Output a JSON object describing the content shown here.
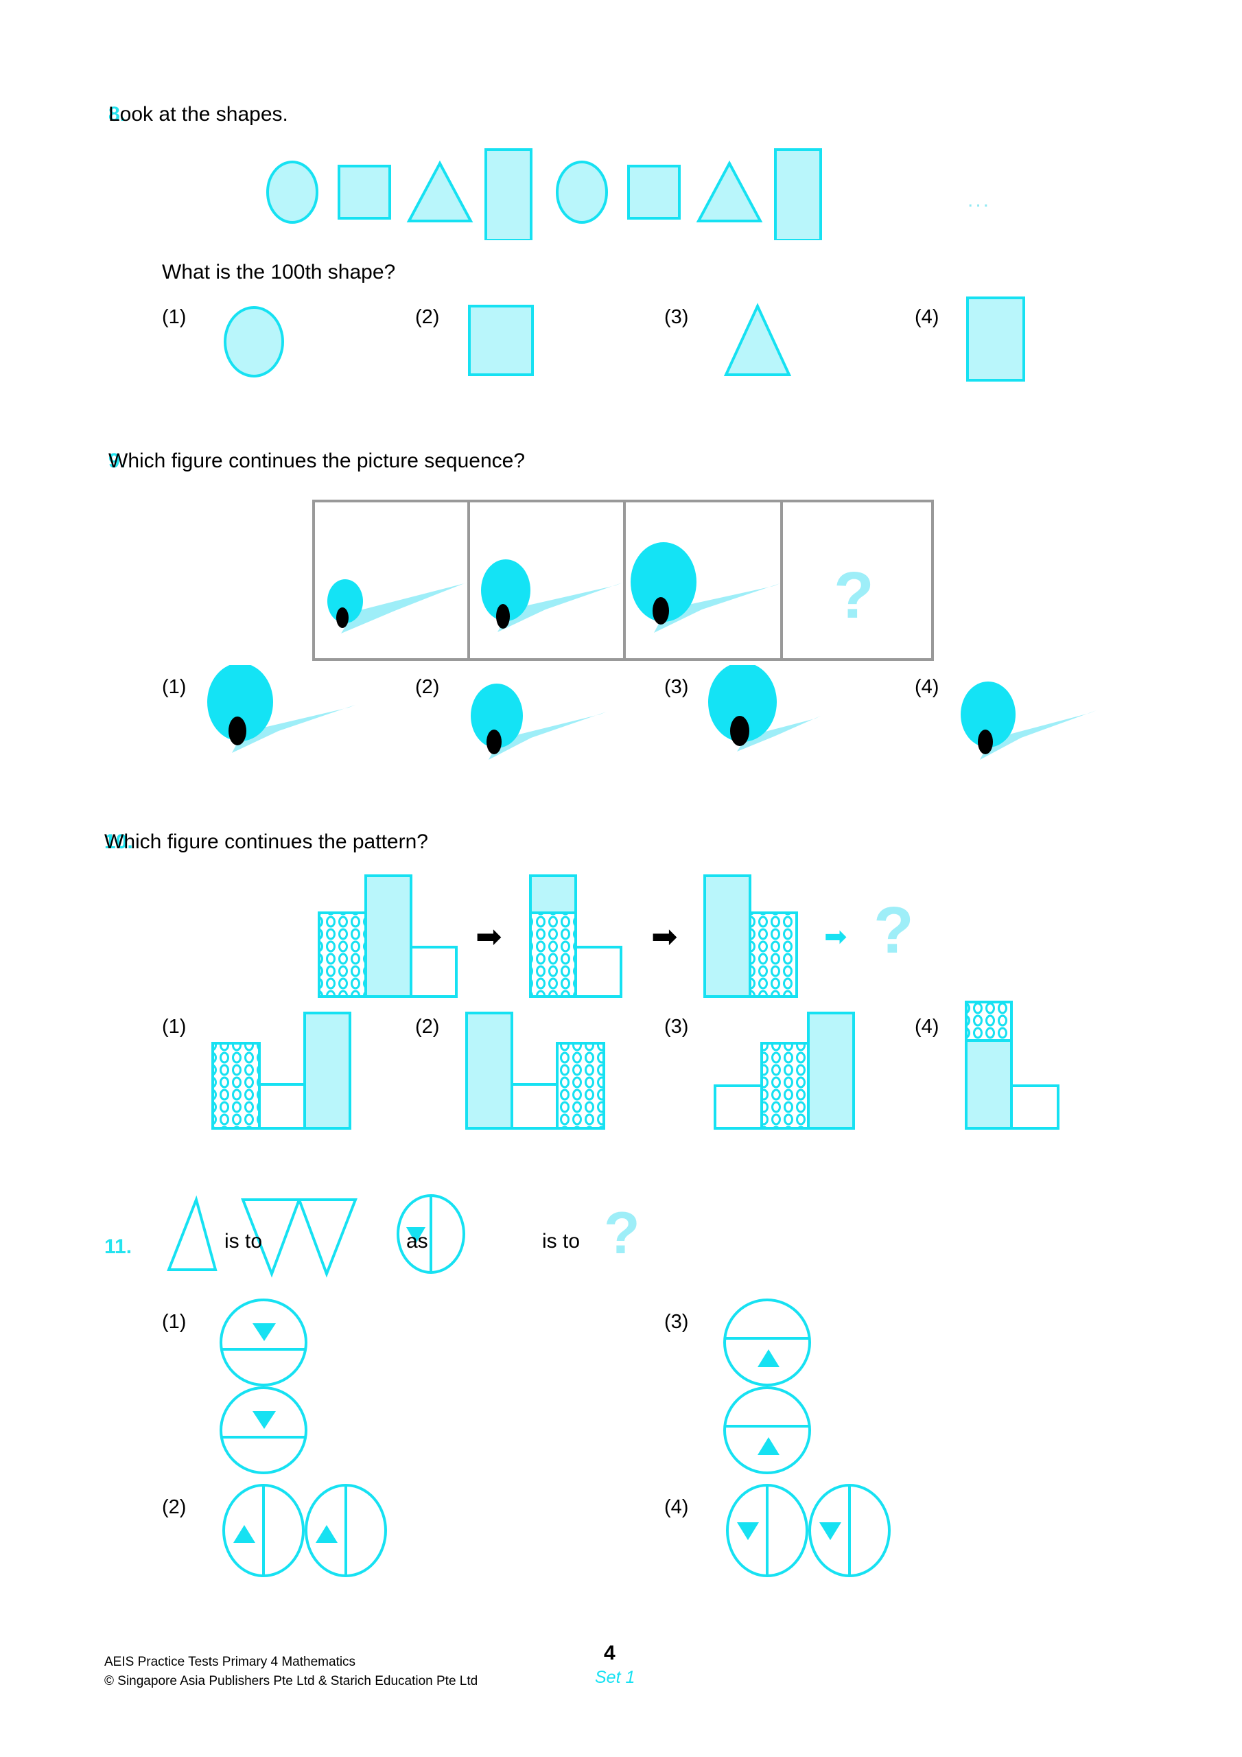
{
  "document": {
    "title": "AEIS Practice Tests Primary 4 Mathematics",
    "page_number": "4",
    "set_label": "Set 1",
    "footer_line1": "AEIS Practice Tests Primary 4 Mathematics",
    "footer_line2": "© Singapore Asia Publishers Pte Ltd & Starich Education Pte Ltd",
    "accent_color": "#16e1f2",
    "fill_color": "#b9f6fb",
    "question_mark_color": "#9eeef8",
    "box_border_color": "#999999"
  },
  "questions": [
    {
      "number": "8.",
      "prompt": "Look at the shapes.",
      "subprompt": "What is the 100th shape?",
      "sequence": [
        "circle",
        "square",
        "triangle",
        "tall-rectangle",
        "circle",
        "square",
        "triangle",
        "tall-rectangle"
      ],
      "sequence_continuation": "...",
      "options": [
        {
          "label": "(1)",
          "shape": "circle"
        },
        {
          "label": "(2)",
          "shape": "square"
        },
        {
          "label": "(3)",
          "shape": "triangle"
        },
        {
          "label": "(4)",
          "shape": "tall-rectangle"
        }
      ]
    },
    {
      "number": "9.",
      "prompt": "Which figure continues the picture sequence?",
      "sequence_cells": [
        {
          "ball_size": "small",
          "wedge": "long"
        },
        {
          "ball_size": "medium",
          "wedge": "long"
        },
        {
          "ball_size": "large",
          "wedge": "long"
        },
        {
          "ball_size": "none",
          "wedge": "none",
          "content": "?"
        }
      ],
      "options": [
        {
          "label": "(1)",
          "ball_size": "large",
          "wedge": "long"
        },
        {
          "label": "(2)",
          "ball_size": "medium",
          "wedge": "long"
        },
        {
          "label": "(3)",
          "ball_size": "large",
          "wedge": "short"
        },
        {
          "label": "(4)",
          "ball_size": "medium",
          "wedge": "long"
        }
      ]
    },
    {
      "number": "10.",
      "prompt": "Which figure continues the pattern?",
      "pattern_steps": [
        {
          "bars": [
            "dotted-mid",
            "solid-tall",
            "white-short"
          ]
        },
        {
          "bars": [
            "dotted-tall-with-solid-cap",
            "white-short"
          ]
        },
        {
          "bars": [
            "solid-tall",
            "dotted-mid"
          ]
        },
        {
          "content": "?"
        }
      ],
      "arrow_glyph": "➡",
      "options": [
        {
          "label": "(1)",
          "bars": [
            "dotted-mid",
            "white-short",
            "solid-tall"
          ]
        },
        {
          "label": "(2)",
          "bars": [
            "solid-tall",
            "white-short",
            "dotted-mid"
          ]
        },
        {
          "label": "(3)",
          "bars": [
            "white-short",
            "dotted-mid",
            "solid-tall"
          ]
        },
        {
          "label": "(4)",
          "bars": [
            "solid-tall-with-dotted-cap",
            "white-short"
          ]
        }
      ]
    },
    {
      "number": "11.",
      "analogy": {
        "first": "triangle",
        "connector_1": "is to",
        "second": "double-inverted-triangle",
        "connector_2": "as",
        "third": "circle-vertical-line-down-triangle",
        "connector_3": "is to",
        "fourth": "?"
      },
      "options": [
        {
          "label": "(1)",
          "layout": "stacked",
          "divider": "horizontal",
          "marker": "down-triangle",
          "marker_position": "above"
        },
        {
          "label": "(2)",
          "layout": "side-by-side",
          "divider": "vertical",
          "marker": "up-triangle",
          "marker_position": "left"
        },
        {
          "label": "(3)",
          "layout": "stacked",
          "divider": "horizontal",
          "marker": "up-triangle",
          "marker_position": "below"
        },
        {
          "label": "(4)",
          "layout": "side-by-side",
          "divider": "vertical",
          "marker": "down-triangle",
          "marker_position": "left"
        }
      ]
    }
  ]
}
